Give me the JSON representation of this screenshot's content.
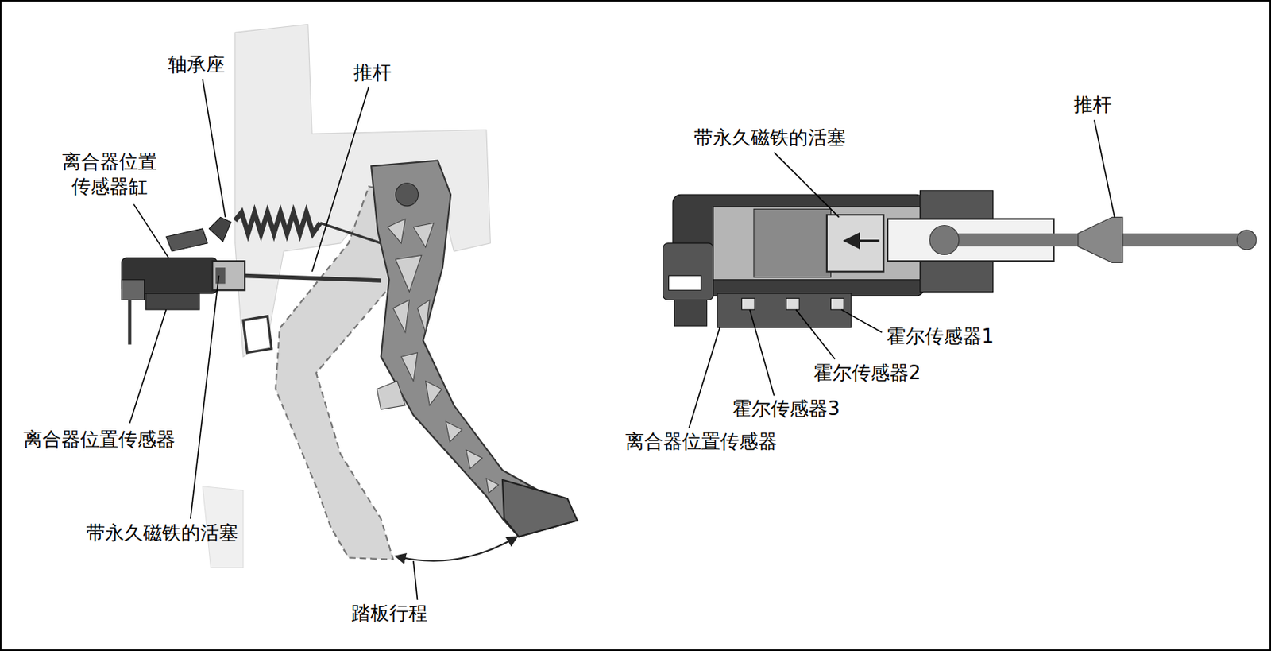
{
  "diagram": {
    "labels": [
      "轴承座",
      "推杆",
      "离合器位置 传感器缸",
      "离合器位置传感器",
      "带永久磁铁的活塞",
      "踏板行程",
      "推杆",
      "带永久磁铁的活塞",
      "霍尔传感器1",
      "霍尔传感器2",
      "霍尔传感器3",
      "离合器位置传感器"
    ]
  }
}
